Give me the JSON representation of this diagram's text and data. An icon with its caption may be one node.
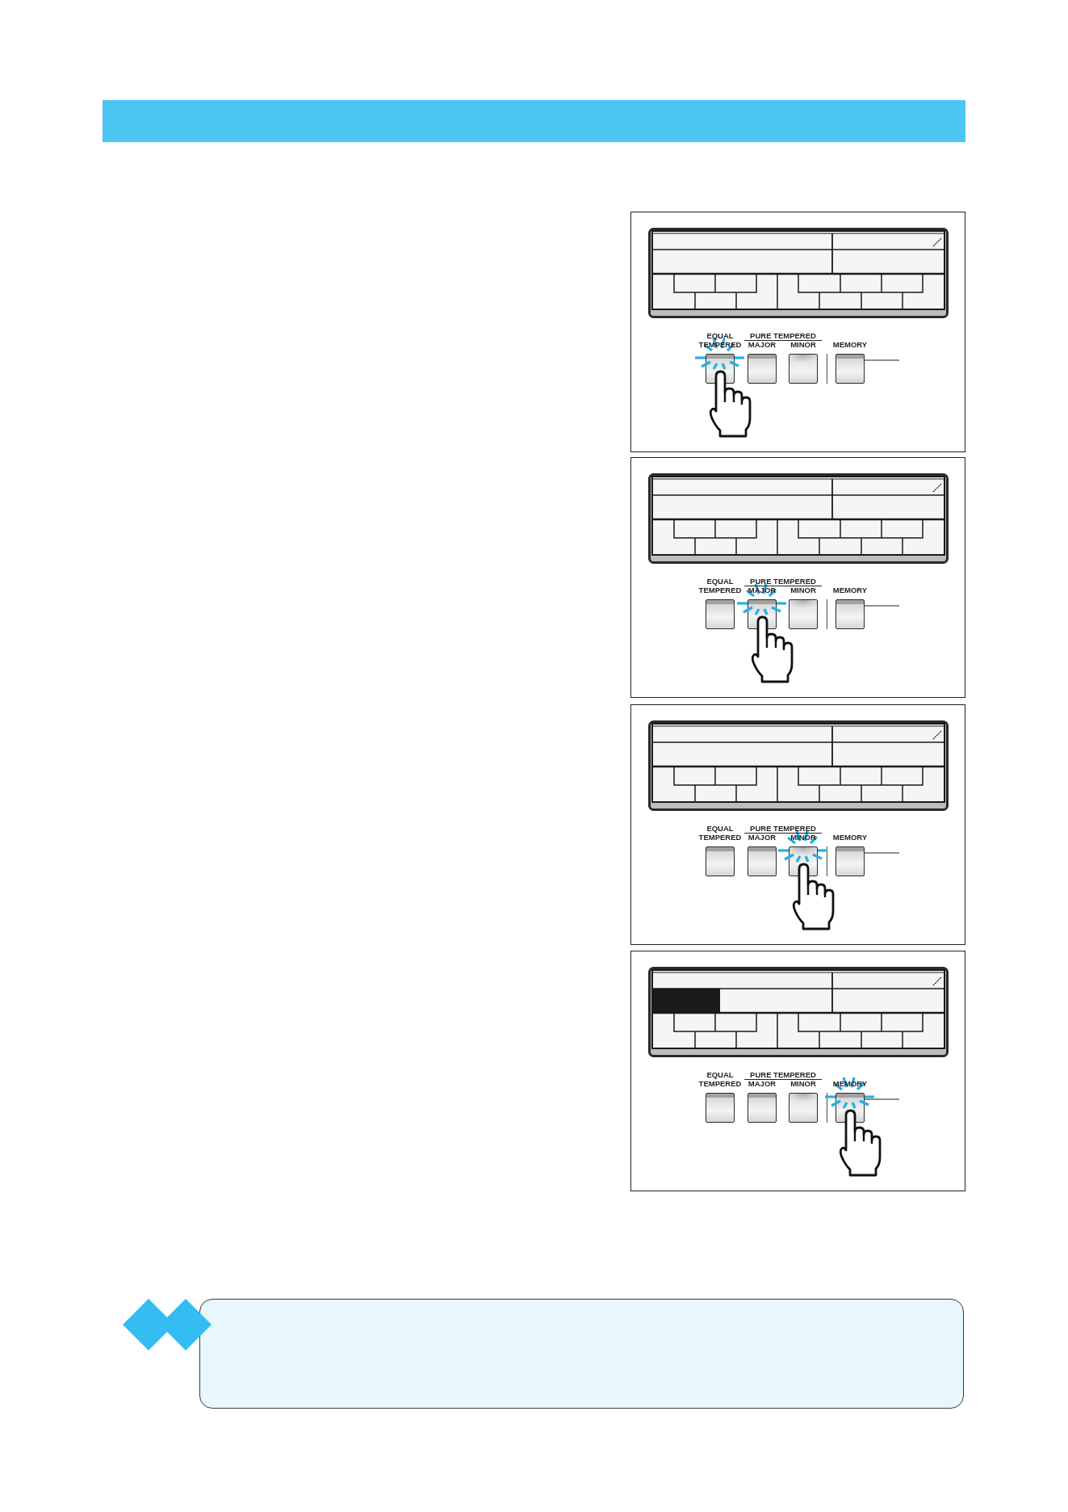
{
  "diagram": {
    "nodes": [
      {
        "text": [],
        "shape": "bar"
      },
      {
        "text": [
          "EQUAL TEMPERED",
          "PURE TEMPERED",
          "MAJOR",
          "MINOR",
          "MEMORY"
        ]
      },
      {
        "text": [],
        "shape": "button",
        "in": 1
      },
      {
        "text": [],
        "shape": "button",
        "in": 1
      },
      {
        "text": [],
        "shape": "button",
        "in": 1
      },
      {
        "text": [],
        "shape": "button",
        "in": 1
      },
      {
        "text": [
          "EQUAL TEMPERED",
          "PURE TEMPERED",
          "MAJOR",
          "MINOR",
          "MEMORY"
        ]
      },
      {
        "text": [],
        "shape": "button",
        "in": 6
      },
      {
        "text": [],
        "shape": "button",
        "in": 6
      },
      {
        "text": [],
        "shape": "button",
        "in": 6
      },
      {
        "text": [],
        "shape": "button",
        "in": 6
      },
      {
        "text": [
          "EQUAL TEMPERED",
          "PURE TEMPERED",
          "MAJOR",
          "MINOR",
          "MEMORY"
        ]
      },
      {
        "text": [],
        "shape": "button",
        "in": 11
      },
      {
        "text": [],
        "shape": "button",
        "in": 11
      },
      {
        "text": [],
        "shape": "button",
        "in": 11
      },
      {
        "text": [],
        "shape": "button",
        "in": 11
      },
      {
        "text": [
          "EQUAL TEMPERED",
          "PURE TEMPERED",
          "MAJOR",
          "MINOR",
          "MEMORY"
        ]
      },
      {
        "text": [],
        "shape": "button",
        "in": 16
      },
      {
        "text": [],
        "shape": "button",
        "in": 16
      },
      {
        "text": [],
        "shape": "button",
        "in": 16
      },
      {
        "text": [],
        "shape": "button",
        "in": 16
      },
      {
        "text": [],
        "shape": "box"
      }
    ],
    "edges": [
      {
        "from": null,
        "to": 5,
        "arrow": "none"
      },
      {
        "from": null,
        "to": 10,
        "arrow": "none"
      },
      {
        "from": null,
        "to": 15,
        "arrow": "none"
      },
      {
        "from": null,
        "to": 20,
        "arrow": "none"
      }
    ]
  }
}
